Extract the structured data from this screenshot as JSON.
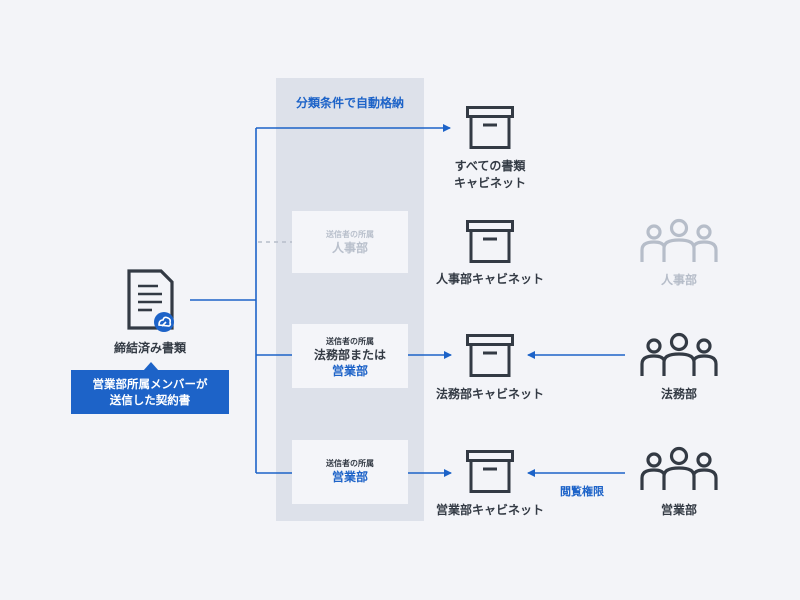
{
  "document": {
    "label": "締結済み書類",
    "callout_line1": "営業部所属メンバーが",
    "callout_line2": "送信した契約書"
  },
  "column": {
    "title": "分類条件で自動格納"
  },
  "conditions": [
    {
      "small": "送信者の所属",
      "line1": "人事部",
      "line2": "",
      "state": "inactive"
    },
    {
      "small": "送信者の所属",
      "line1": "法務部または",
      "line2": "営業部",
      "state": "active"
    },
    {
      "small": "送信者の所属",
      "line1": "営業部",
      "line2": "",
      "state": "active"
    }
  ],
  "cabinets": [
    {
      "line1": "すべての書類",
      "line2": "キャビネット"
    },
    {
      "line1": "人事部キャビネット",
      "line2": ""
    },
    {
      "line1": "法務部キャビネット",
      "line2": ""
    },
    {
      "line1": "営業部キャビネット",
      "line2": ""
    }
  ],
  "groups": [
    {
      "label": "人事部",
      "state": "inactive"
    },
    {
      "label": "法務部",
      "state": "active"
    },
    {
      "label": "営業部",
      "state": "active"
    }
  ],
  "permission_label": "閲覧権限",
  "colors": {
    "accent": "#1d63c8",
    "dark": "#333a44",
    "faded": "#b6bdc9",
    "column_bg": "#dde1ea",
    "page_bg": "#f3f4f8"
  },
  "icons": [
    "document-cloud-icon",
    "cabinet-box-icon",
    "people-group-icon"
  ]
}
